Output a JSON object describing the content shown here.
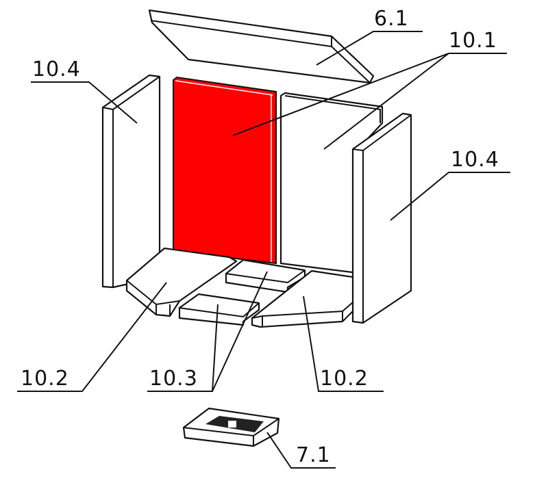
{
  "labels": {
    "top_slab": "6.1",
    "back_panels": "10.1",
    "side_left": "10.4",
    "side_right": "10.4",
    "floor_left": "10.2",
    "floor_middle": "10.3",
    "floor_right": "10.2",
    "ash_pan": "7.1"
  },
  "colors": {
    "highlight": "#ff0000",
    "line": "#111111"
  }
}
